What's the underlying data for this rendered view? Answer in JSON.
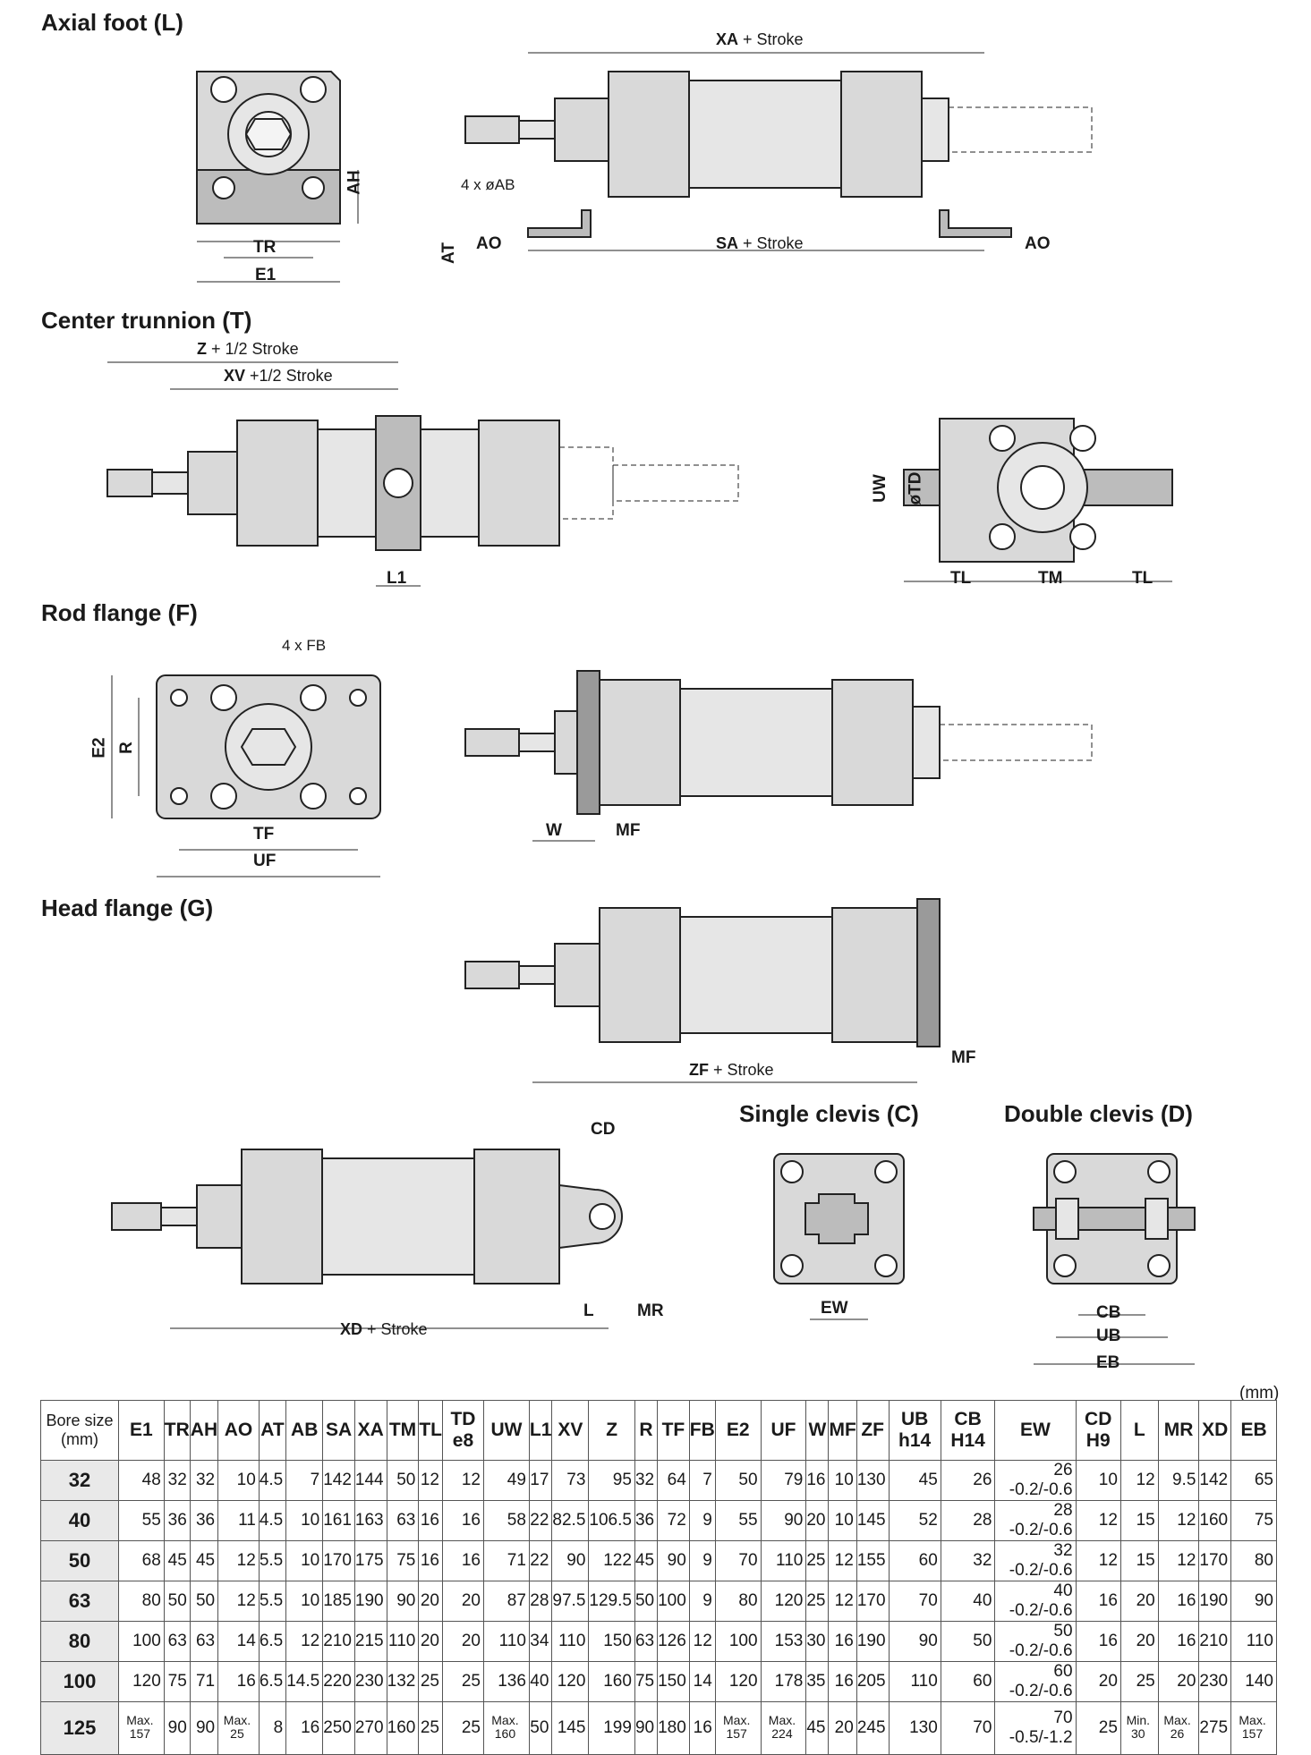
{
  "sections": {
    "axial_foot": "Axial foot (L)",
    "center_trunnion": "Center trunnion (T)",
    "rod_flange": "Rod flange (F)",
    "head_flange": "Head flange (G)",
    "single_clevis": "Single clevis (C)",
    "double_clevis": "Double clevis (D)"
  },
  "labels": {
    "xa": "XA",
    "plus_stroke": "+ Stroke",
    "sa": "SA",
    "ao": "AO",
    "at": "AT",
    "ab4": "4 x øAB",
    "ah": "AH",
    "tr": "TR",
    "e1": "E1",
    "z": "Z",
    "half_stroke": "+ 1/2 Stroke",
    "xv": "XV",
    "half_stroke2": "+1/2 Stroke",
    "l1": "L1",
    "uw": "UW",
    "td": "øTD",
    "tl": "TL",
    "tm": "TM",
    "fb4": "4 x FB",
    "e2": "E2",
    "r": "R",
    "tf": "TF",
    "uf": "UF",
    "w": "W",
    "mf": "MF",
    "zf": "ZF",
    "cd": "CD",
    "l": "L",
    "mr": "MR",
    "xd": "XD",
    "ew": "EW",
    "cb": "CB",
    "ub": "UB",
    "eb": "EB"
  },
  "table": {
    "unit": "(mm)",
    "headers": [
      "Bore size (mm)",
      "E1",
      "TR",
      "AH",
      "AO",
      "AT",
      "AB",
      "SA",
      "XA",
      "TM",
      "TL",
      "TD e8",
      "UW",
      "L1",
      "XV",
      "Z",
      "R",
      "TF",
      "FB",
      "E2",
      "UF",
      "W",
      "MF",
      "ZF",
      "UB h14",
      "CB H14",
      "EW",
      "CD H9",
      "L",
      "MR",
      "XD",
      "EB"
    ],
    "rows": [
      [
        "32",
        "48",
        "32",
        "32",
        "10",
        "4.5",
        "7",
        "142",
        "144",
        "50",
        "12",
        "12",
        "49",
        "17",
        "73",
        "95",
        "32",
        "64",
        "7",
        "50",
        "79",
        "16",
        "10",
        "130",
        "45",
        "26",
        "26 -0.2/-0.6",
        "10",
        "12",
        "9.5",
        "142",
        "65"
      ],
      [
        "40",
        "55",
        "36",
        "36",
        "11",
        "4.5",
        "10",
        "161",
        "163",
        "63",
        "16",
        "16",
        "58",
        "22",
        "82.5",
        "106.5",
        "36",
        "72",
        "9",
        "55",
        "90",
        "20",
        "10",
        "145",
        "52",
        "28",
        "28 -0.2/-0.6",
        "12",
        "15",
        "12",
        "160",
        "75"
      ],
      [
        "50",
        "68",
        "45",
        "45",
        "12",
        "5.5",
        "10",
        "170",
        "175",
        "75",
        "16",
        "16",
        "71",
        "22",
        "90",
        "122",
        "45",
        "90",
        "9",
        "70",
        "110",
        "25",
        "12",
        "155",
        "60",
        "32",
        "32 -0.2/-0.6",
        "12",
        "15",
        "12",
        "170",
        "80"
      ],
      [
        "63",
        "80",
        "50",
        "50",
        "12",
        "5.5",
        "10",
        "185",
        "190",
        "90",
        "20",
        "20",
        "87",
        "28",
        "97.5",
        "129.5",
        "50",
        "100",
        "9",
        "80",
        "120",
        "25",
        "12",
        "170",
        "70",
        "40",
        "40 -0.2/-0.6",
        "16",
        "20",
        "16",
        "190",
        "90"
      ],
      [
        "80",
        "100",
        "63",
        "63",
        "14",
        "6.5",
        "12",
        "210",
        "215",
        "110",
        "20",
        "20",
        "110",
        "34",
        "110",
        "150",
        "63",
        "126",
        "12",
        "100",
        "153",
        "30",
        "16",
        "190",
        "90",
        "50",
        "50 -0.2/-0.6",
        "16",
        "20",
        "16",
        "210",
        "110"
      ],
      [
        "100",
        "120",
        "75",
        "71",
        "16",
        "6.5",
        "14.5",
        "220",
        "230",
        "132",
        "25",
        "25",
        "136",
        "40",
        "120",
        "160",
        "75",
        "150",
        "14",
        "120",
        "178",
        "35",
        "16",
        "205",
        "110",
        "60",
        "60 -0.2/-0.6",
        "20",
        "25",
        "20",
        "230",
        "140"
      ],
      [
        "125",
        "Max. 157",
        "90",
        "90",
        "Max. 25",
        "8",
        "16",
        "250",
        "270",
        "160",
        "25",
        "25",
        "Max. 160",
        "50",
        "145",
        "199",
        "90",
        "180",
        "16",
        "Max. 157",
        "Max. 224",
        "45",
        "20",
        "245",
        "130",
        "70",
        "70 -0.5/-1.2",
        "25",
        "Min. 30",
        "Max. 26",
        "275",
        "Max. 157"
      ]
    ]
  },
  "colors": {
    "part_fill": "#d9d9d9",
    "part_dark": "#bcbcbc",
    "line": "#222222",
    "bore_cell": "#e9e9e9"
  }
}
